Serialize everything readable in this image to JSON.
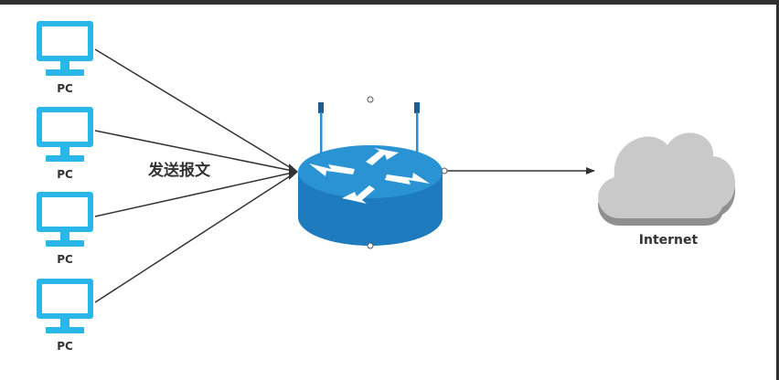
{
  "pcs": [
    {
      "label": "PC"
    },
    {
      "label": "PC"
    },
    {
      "label": "PC"
    },
    {
      "label": "PC"
    }
  ],
  "edge_label": "发送报文",
  "cloud": {
    "label": "Internet"
  },
  "colors": {
    "pc": "#29b6e8",
    "router_top": "#2a8fcd",
    "router_side": "#1e6fa8",
    "antenna": "#2a8fcd",
    "cloud": "#c8c8c8",
    "cloud_shadow": "#8f8f8f",
    "line": "#333333"
  }
}
